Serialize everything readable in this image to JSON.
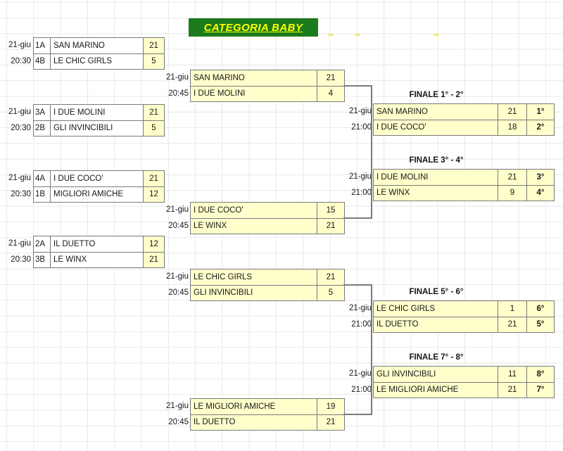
{
  "title": "CATEGORIA BABY",
  "colors": {
    "title-bg": "#1b7a1b",
    "title-text": "#ffff00",
    "cell-yellow": "#ffffcc",
    "border": "#7a7a7a",
    "grid-line": "#e8e8e8",
    "text": "#161616"
  },
  "round1": [
    {
      "date": "21-giu",
      "time": "20:30",
      "top": {
        "seed": "1A",
        "team": "SAN MARINO",
        "score": "21"
      },
      "bottom": {
        "seed": "4B",
        "team": "LE CHIC GIRLS",
        "score": "5"
      }
    },
    {
      "date": "21-giu",
      "time": "20:30",
      "top": {
        "seed": "3A",
        "team": "I DUE MOLINI",
        "score": "21"
      },
      "bottom": {
        "seed": "2B",
        "team": "GLI INVINCIBILI",
        "score": "5"
      }
    },
    {
      "date": "21-giu",
      "time": "20:30",
      "top": {
        "seed": "4A",
        "team": "I DUE COCO'",
        "score": "21"
      },
      "bottom": {
        "seed": "1B",
        "team": "MIGLIORI AMICHE",
        "score": "12"
      }
    },
    {
      "date": "21-giu",
      "time": "20:30",
      "top": {
        "seed": "2A",
        "team": "IL DUETTO",
        "score": "12"
      },
      "bottom": {
        "seed": "3B",
        "team": "LE WINX",
        "score": "21"
      }
    }
  ],
  "semifinals": [
    {
      "date": "21-giu",
      "time": "20:45",
      "top": {
        "team": "SAN MARINO",
        "score": "21"
      },
      "bottom": {
        "team": "I DUE MOLINI",
        "score": "4"
      }
    },
    {
      "date": "21-giu",
      "time": "20:45",
      "top": {
        "team": "I DUE COCO'",
        "score": "15"
      },
      "bottom": {
        "team": "LE WINX",
        "score": "21"
      }
    },
    {
      "date": "21-giu",
      "time": "20:45",
      "top": {
        "team": "LE CHIC GIRLS",
        "score": "21"
      },
      "bottom": {
        "team": "GLI INVINCIBILI",
        "score": "5"
      }
    },
    {
      "date": "21-giu",
      "time": "20:45",
      "top": {
        "team": "LE MIGLIORI AMICHE",
        "score": "19"
      },
      "bottom": {
        "team": "IL DUETTO",
        "score": "21"
      }
    }
  ],
  "finals": [
    {
      "label": "FINALE 1° - 2°",
      "date": "21-giu",
      "time": "21:00",
      "top": {
        "team": "SAN MARINO",
        "score": "21",
        "place": "1°"
      },
      "bottom": {
        "team": "I DUE COCO'",
        "score": "18",
        "place": "2°"
      }
    },
    {
      "label": "FINALE 3° - 4°",
      "date": "21-giu",
      "time": "21:00",
      "top": {
        "team": "I DUE MOLINI",
        "score": "21",
        "place": "3°"
      },
      "bottom": {
        "team": "LE WINX",
        "score": "9",
        "place": "4°"
      }
    },
    {
      "label": "FINALE 5° - 6°",
      "date": "21-giu",
      "time": "21:00",
      "top": {
        "team": "LE CHIC GIRLS",
        "score": "1",
        "place": "6°"
      },
      "bottom": {
        "team": "IL DUETTO",
        "score": "21",
        "place": "5°"
      }
    },
    {
      "label": "FINALE 7° - 8°",
      "date": "21-giu",
      "time": "21:00",
      "top": {
        "team": "GLI INVINCIBILI",
        "score": "11",
        "place": "8°"
      },
      "bottom": {
        "team": "LE MIGLIORI AMICHE",
        "score": "21",
        "place": "7°"
      }
    }
  ]
}
